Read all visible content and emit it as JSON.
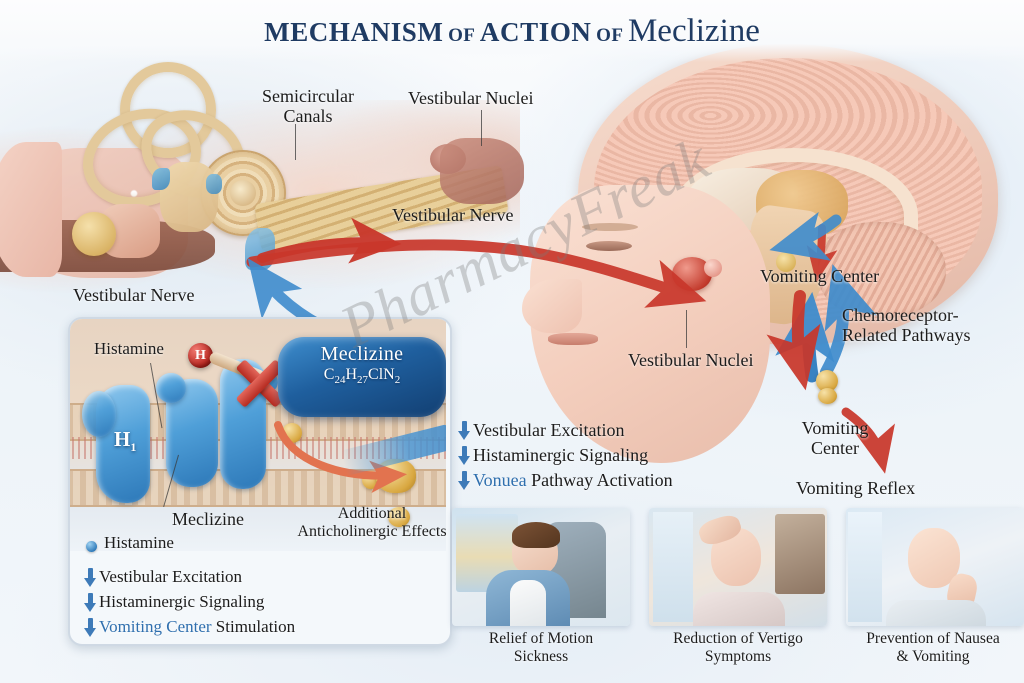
{
  "title": {
    "part1": "MECHANISM",
    "part2": "OF",
    "part3": "ACTION",
    "part4": "OF",
    "drug": "Meclizine"
  },
  "colors": {
    "title": "#1f3b63",
    "blue_arrow": "#3d7ab8",
    "red_arrow": "#c9372b",
    "blue_pathway": "#3f8ccd",
    "highlight_text": "#2f6fae"
  },
  "watermark": {
    "text": "PharmacyFreak"
  },
  "ear_diagram": {
    "labels": [
      {
        "text": "Semicircular\nCanals",
        "line1": "Semicircular",
        "line2": "Canals"
      },
      {
        "text": "Vestibular Nuclei",
        "line1": "Vestibular Nuclei",
        "line2": ""
      },
      {
        "text": "Vestibular Nerve",
        "line1": "Vestibular Nerve",
        "line2": ""
      },
      {
        "text": "Vestibular Nerve",
        "line1": "Vestibular Nerve",
        "line2": ""
      }
    ]
  },
  "brain_diagram": {
    "labels": [
      {
        "text": "Vomiting Center"
      },
      {
        "line1": "Chemoreceptor-",
        "line2": "Related Pathways"
      },
      {
        "text": "Vestibular Nuclei"
      },
      {
        "line1": "Vomiting",
        "line2": "Center"
      },
      {
        "text": "Vomiting Reflex"
      }
    ]
  },
  "center_effects": {
    "items": [
      {
        "plain": "Vestibular Excitation",
        "highlight": "",
        "plain_after": ""
      },
      {
        "plain": "Histaminergic Signaling",
        "highlight": "",
        "plain_after": ""
      },
      {
        "plain": "",
        "highlight": "Vonuea",
        "plain_after": " Pathway Activation"
      }
    ]
  },
  "inset": {
    "histamine_label": "Histamine",
    "drug_name": "Meclizine",
    "formula_prefix": "C",
    "formula": "C24H27ClN2",
    "receptor_label": "H1",
    "receptor_main": "H",
    "receptor_sub": "1",
    "histamine_ball": "H",
    "meclizine_pointer_label": "Meclizine",
    "anticholinergic_line1": "Additional",
    "anticholinergic_line2": "Anticholinergic Effects",
    "legend_label": "Histamine",
    "effects": [
      {
        "plain": "Vestibular Excitation",
        "highlight": "",
        "plain_after": ""
      },
      {
        "plain": "Histaminergic Signaling",
        "highlight": "",
        "plain_after": ""
      },
      {
        "plain": "",
        "highlight": "Vomiting Center",
        "plain_after": " Stimulation"
      }
    ]
  },
  "outcomes": [
    {
      "line1": "Relief of Motion",
      "line2": "Sickness",
      "scene": "man-sleeping-on-train-seat"
    },
    {
      "line1": "Reduction of Vertigo",
      "line2": "Symptoms",
      "scene": "woman-holding-head-dizzy"
    },
    {
      "line1": "Prevention of Nausea",
      "line2": "& Vomiting",
      "scene": "woman-relieved-hand-on-neck"
    }
  ]
}
